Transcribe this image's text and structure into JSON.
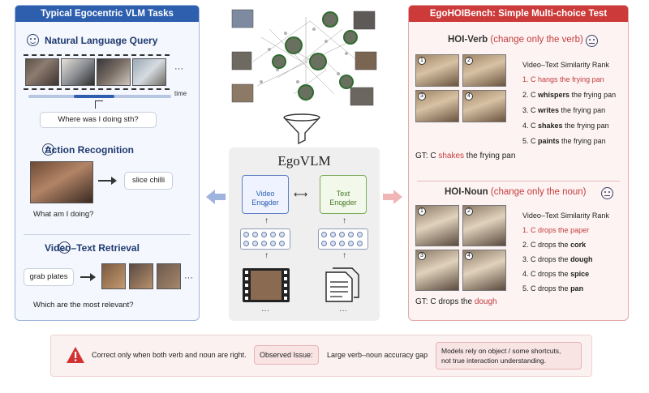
{
  "left": {
    "header": "Typical Egocentric VLM Tasks",
    "query": {
      "title": "Natural Language Query",
      "ellipsis": "···",
      "time_label": "time",
      "question": "Where was I doing sth?"
    },
    "action": {
      "title": "Action Recognition",
      "answer": "slice chilli",
      "question": "What am I doing?"
    },
    "retrieval": {
      "title": "Video–Text Retrieval",
      "query": "grab plates",
      "ellipsis": "···",
      "question": "Which are the most relevant?"
    }
  },
  "middle": {
    "title": "EgoVLM",
    "video_encoder": "Video\nEncoder",
    "text_encoder": "Text\nEncoder",
    "ellipsis_video": "···",
    "ellipsis_text": "···"
  },
  "right": {
    "header": "EgoHOIBench: Simple Multi-choice Test",
    "verb": {
      "title": "HOI-Verb",
      "note": "(change only the verb)",
      "rank_title": "Video–Text Similarity Rank",
      "items": [
        {
          "num": "1.",
          "pre": "C ",
          "key": "hangs",
          "post": " the frying pan",
          "top": true
        },
        {
          "num": "2.",
          "pre": "C ",
          "key": "whispers",
          "post": " the frying pan",
          "top": false
        },
        {
          "num": "3.",
          "pre": "C ",
          "key": "writes",
          "post": " the frying pan",
          "top": false
        },
        {
          "num": "4.",
          "pre": "C ",
          "key": "shakes",
          "post": " the frying pan",
          "top": false
        },
        {
          "num": "5.",
          "pre": "C ",
          "key": "paints",
          "post": " the frying pan",
          "top": false
        }
      ],
      "gt_pre": "GT: C ",
      "gt_key": "shakes",
      "gt_post": " the frying pan"
    },
    "noun": {
      "title": "HOI-Noun",
      "note": "(change only the noun)",
      "rank_title": "Video–Text Similarity Rank",
      "items": [
        {
          "num": "1.",
          "pre": "C drops the ",
          "key": "paper",
          "post": "",
          "top": true
        },
        {
          "num": "2.",
          "pre": "C drops the ",
          "key": "cork",
          "post": "",
          "top": false
        },
        {
          "num": "3.",
          "pre": "C drops the ",
          "key": "dough",
          "post": "",
          "top": false
        },
        {
          "num": "4.",
          "pre": "C drops the ",
          "key": "spice",
          "post": "",
          "top": false
        },
        {
          "num": "5.",
          "pre": "C drops the ",
          "key": "pan",
          "post": "",
          "top": false
        }
      ],
      "gt_pre": "GT: C drops the ",
      "gt_key": "dough",
      "gt_post": ""
    },
    "grid_numbers": [
      "1",
      "2",
      "3",
      "4"
    ]
  },
  "bottom": {
    "condition": "Correct only when both verb and noun are right.",
    "observed_label": "Observed Issue:",
    "issue": "Large verb–noun accuracy gap",
    "conclusion": "Models rely on object / some shortcuts,\nnot true interaction understanding."
  },
  "colors": {
    "left_accent": "#2d5fae",
    "right_accent": "#cc3a3a",
    "highlight_red": "#c43c3c"
  }
}
